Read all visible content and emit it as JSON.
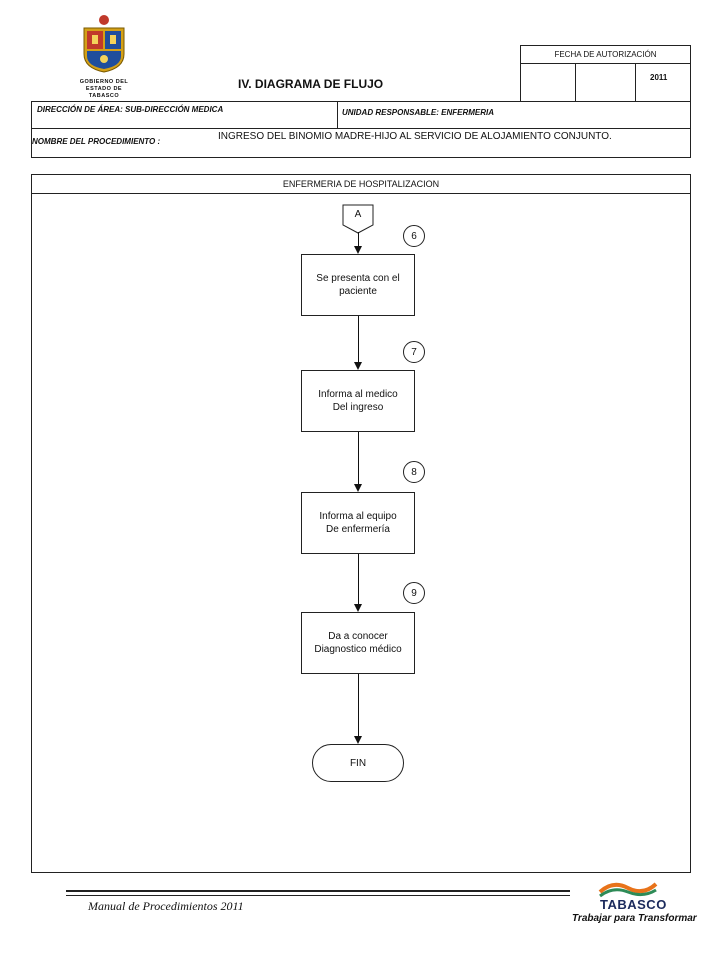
{
  "header": {
    "logo_text": [
      "GOBIERNO DEL",
      "ESTADO DE",
      "TABASCO"
    ],
    "title": "IV. DIAGRAMA  DE FLUJO",
    "fecha_label": "FECHA DE AUTORIZACIÓN",
    "year": "2011",
    "direccion": "DIRECCIÓN DE ÁREA: SUB-DIRECCIÓN MEDICA",
    "unidad": "UNIDAD RESPONSABLE: ENFERMERIA",
    "procedimiento_label": "NOMBRE DEL PROCEDIMIENTO :",
    "procedimiento_value": "INGRESO DEL  BINOMIO MADRE-HIJO AL SERVICIO DE ALOJAMIENTO CONJUNTO."
  },
  "lane": {
    "title": "ENFERMERIA DE HOSPITALIZACION"
  },
  "flow": {
    "connector": "A",
    "steps": [
      {
        "num": "6",
        "text": "Se presenta con el\npaciente"
      },
      {
        "num": "7",
        "text": "Informa al medico\nDel ingreso"
      },
      {
        "num": "8",
        "text": "Informa al equipo\nDe enfermería"
      },
      {
        "num": "9",
        "text": "Da a conocer\nDiagnostico médico"
      }
    ],
    "end": "FIN"
  },
  "footer": {
    "manual": "Manual de Procedimientos 2011",
    "brand": "TABASCO",
    "slogan": "Trabajar para Transformar"
  },
  "colors": {
    "logo_red": "#c0392b",
    "logo_blue": "#1f4e9c",
    "logo_gold": "#d4a017",
    "brand_orange": "#e8731a",
    "brand_green": "#2e8b57",
    "brand_navy": "#1b2a5c"
  }
}
